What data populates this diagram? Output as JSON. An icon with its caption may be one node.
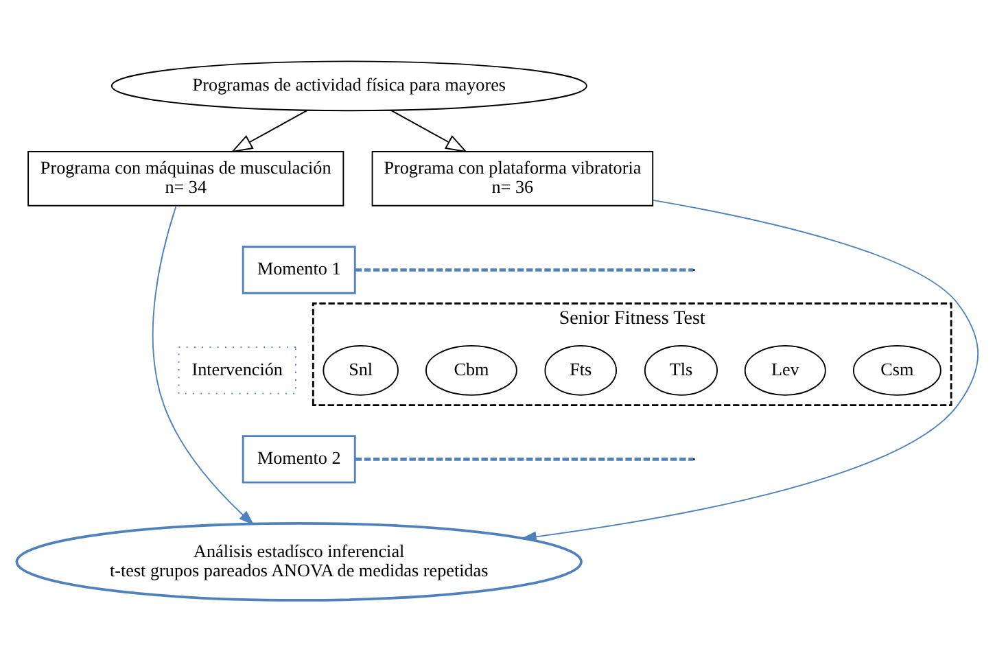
{
  "diagram": {
    "nodes": [
      {
        "text": [
          "Programas de actividad física para mayores"
        ]
      },
      {
        "text": [
          "Programa con máquinas de musculación",
          "n= 34"
        ]
      },
      {
        "text": [
          "Programa con plataforma vibratoria",
          "n= 36"
        ]
      },
      {
        "text": [
          "Momento 1"
        ]
      },
      {
        "text": [
          "Intervención"
        ]
      },
      {
        "text": [
          "Senior Fitness Test"
        ]
      },
      {
        "text": [
          "Snl"
        ],
        "in": 5
      },
      {
        "text": [
          "Cbm"
        ],
        "in": 5
      },
      {
        "text": [
          "Fts"
        ],
        "in": 5
      },
      {
        "text": [
          "Tls"
        ],
        "in": 5
      },
      {
        "text": [
          "Lev"
        ],
        "in": 5
      },
      {
        "text": [
          "Csm"
        ],
        "in": 5
      },
      {
        "text": [
          "Momento 2"
        ]
      },
      {
        "text": [
          "Análisis estadísco inferencial",
          "t-test grupos pareados ANOVA de medidas repetidas"
        ]
      }
    ],
    "edges": [
      {
        "from": 0,
        "to": 1,
        "arrow": "to",
        "color": "#000000"
      },
      {
        "from": 0,
        "to": 2,
        "arrow": "to",
        "color": "#000000"
      },
      {
        "from": 1,
        "to": 13,
        "arrow": "to",
        "color": "#4f81bd"
      },
      {
        "from": 2,
        "to": 13,
        "arrow": "to",
        "color": "#4f81bd"
      },
      {
        "from": 3,
        "to": null,
        "arrow": "none",
        "style": "dashed",
        "color": "#4f81bd"
      },
      {
        "from": 12,
        "to": null,
        "arrow": "none",
        "style": "dashed",
        "color": "#4f81bd"
      }
    ]
  }
}
